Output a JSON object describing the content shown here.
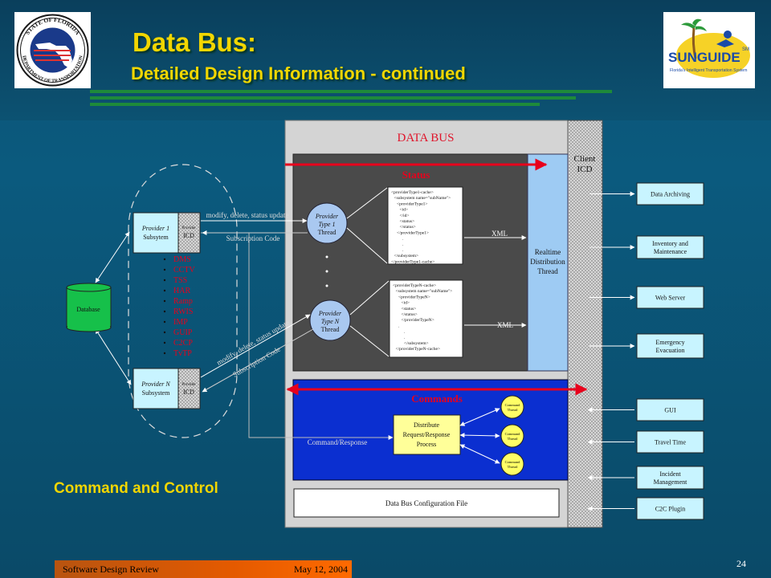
{
  "slide": {
    "title": "Data Bus:",
    "subtitle": "Detailed Design Information - continued",
    "caption": "Command and Control",
    "page_number": "24",
    "footer_left": "Software Design Review",
    "footer_right": "May 12, 2004"
  },
  "logos": {
    "left": {
      "icon": "fdot-seal-icon",
      "text_top": "STATE OF FLORIDA",
      "text_bottom": "DEPARTMENT OF TRANSPORTATION"
    },
    "right": {
      "icon": "sunguide-logo-icon",
      "wordmark": "SUNGUIDE",
      "sm": "SM",
      "tagline": "Florida's Intelligent Transportation System"
    }
  },
  "diagram": {
    "databus_label": "DATA BUS",
    "client_icd_line1": "Client",
    "client_icd_line2": "ICD",
    "status_label": "Status",
    "commands_label": "Commands",
    "database_label": "Database",
    "provider1_line1": "Provider 1",
    "provider1_line2": "Subsytem",
    "providerN_line1": "Provider N",
    "providerN_line2": "Subsystem",
    "provider_icd_line1": "Provider",
    "provider_icd_line2": "ICD",
    "modify_label": "modify, delete, status update",
    "subscription_label": "Subscription Code",
    "command_response_label": "Command/Response",
    "subsystems": [
      "DMS",
      "CCTV",
      "TSS",
      "HAR",
      "Ramp",
      "RWIS",
      "IMP",
      "GUIP",
      "C2CP",
      "TvTP"
    ],
    "thread1_lines": [
      "Provider",
      "Type 1",
      "Thread"
    ],
    "threadN_lines": [
      "Provider",
      "Type N",
      "Thread"
    ],
    "xml_label": "XML",
    "realtime_lines": [
      "Realtime",
      "Distribution",
      "Thread"
    ],
    "distribute_lines": [
      "Distribute",
      "Request/Response",
      "Process"
    ],
    "command_thread_lines": [
      "Command",
      "Thread"
    ],
    "config_label": "Data Bus Configuration File",
    "xml_doc1": [
      "<providerType1-cache>",
      "<subsystem name=\"subName\">",
      "<providerType1>",
      "<id>",
      "</id>",
      "<status>",
      "</status>",
      "</providerType1>",
      ".",
      ".",
      ".",
      "</subsystem>",
      "</providerType1-cache>"
    ],
    "xml_docN": [
      "<providerTypeN-cache>",
      "<subsystem name=\"subName\">",
      "<providerTypeN>",
      "<id>",
      "<status>",
      "</status>",
      "</providerTypeN>",
      ".",
      ".",
      ".",
      "</subsystem>",
      "</providerTypeN-cache>"
    ],
    "clients": [
      "Data Archiving",
      "Inventory and Maintenance",
      "Web Server",
      "Emergency Evacuation",
      "GUI",
      "Travel Time",
      "Incident Management",
      "C2C Plugin"
    ]
  },
  "colors": {
    "title": "#f2d600",
    "arrow_red": "#e8001c",
    "status_panel": "#4a4a4a",
    "commands_panel": "#0b2fd0",
    "realtime_box": "#9ecbf3",
    "client_box": "#c8f4ff",
    "database": "#16c04a"
  }
}
